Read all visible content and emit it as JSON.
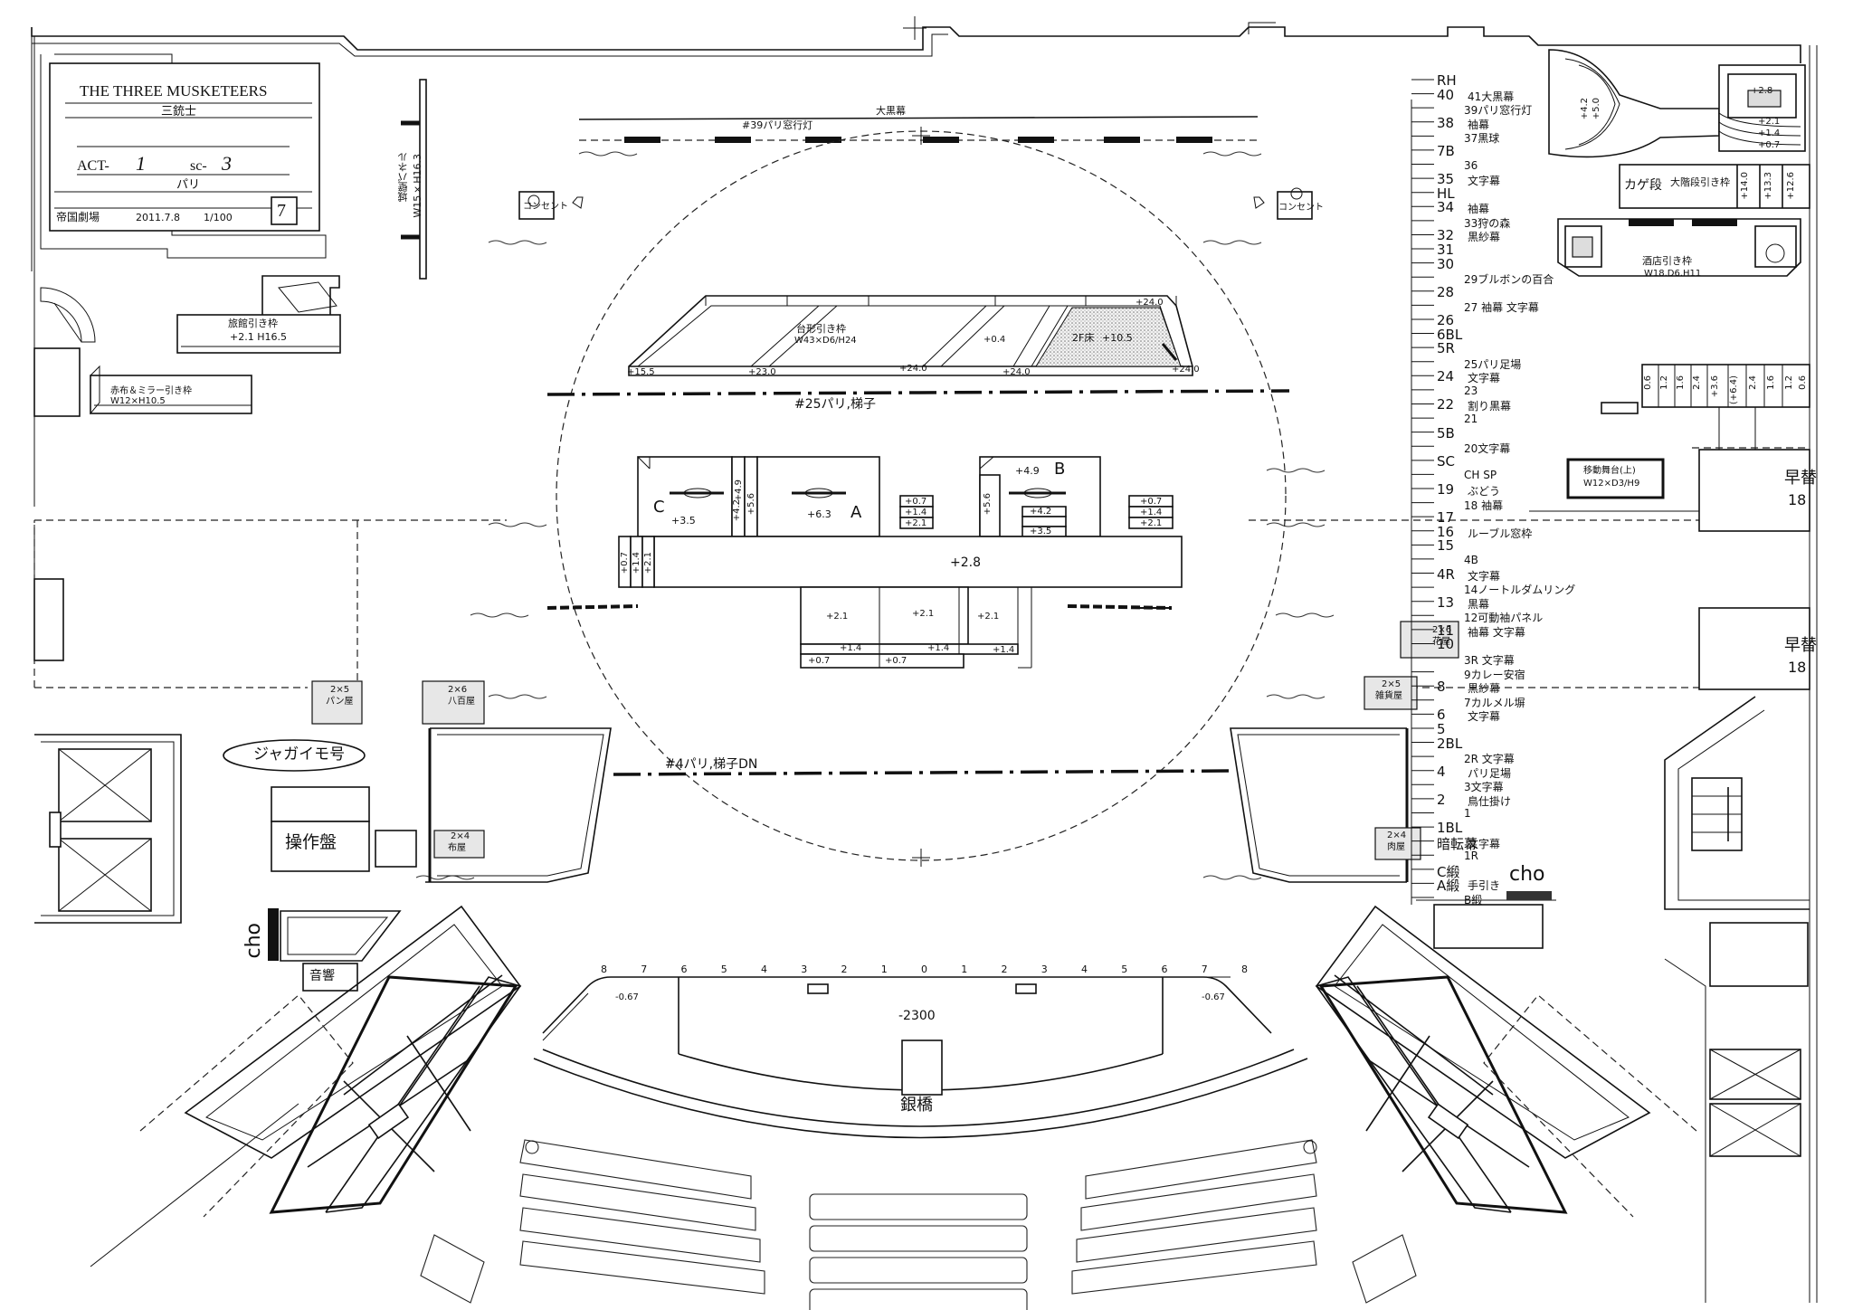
{
  "title_block": {
    "title_en": "THE THREE MUSKETEERS",
    "title_jp": "三銃士",
    "act_label": "ACT-",
    "act_value": "1",
    "scene_label": "sc-",
    "scene_value": "3",
    "location": "パリ",
    "venue": "帝国劇場",
    "date": "2011.7.8",
    "scale": "1/100",
    "page_number": "7"
  },
  "labels": {
    "blackout_curtain": "大黒幕",
    "paris_window_lights": "#39パリ窓行灯",
    "castle_wall_panel": "城壁パネル",
    "castle_wall_dims": "W15×H16.3",
    "trapezoid_frame": "台形引き枠",
    "trapezoid_dims": "W43×D6/H24",
    "floor_2f": "2F床",
    "floor_2f_height": "+10.5",
    "paris_ladder_25": "#25パリ,梯子",
    "paris_ladder_4": "#4パリ,梯子DN",
    "inn_frame": "旅館引き枠",
    "inn_frame_values": "+2.1    H16.5",
    "red_mirror_frame": "赤布＆ミラー引き枠",
    "red_mirror_dims": "W12×H10.5",
    "jagaimo": "ジャガイモ号",
    "control_panel": "操作盤",
    "sound": "音響",
    "cho_left": "cho",
    "cho_right": "cho",
    "silver_bridge": "銀橋",
    "orchestra_depth": "-2300",
    "concent_left": "コンセント",
    "concent_right": "コンセント",
    "grand_stair_frame": "大階段引き枠",
    "kage_step": "カゲ段",
    "tavern_frame": "酒店引き枠",
    "tavern_dims": "W18.D6.H11",
    "moving_stage": "移動舞台(上)",
    "moving_stage_dims": "W12×D3/H9",
    "quick_change_1": "早替",
    "quick_change_1_num": "18",
    "quick_change_2": "早替",
    "quick_change_2_num": "18"
  },
  "platforms": {
    "center_main": "+2.8",
    "a_value": "+6.3",
    "a_letter": "A",
    "b_value": "+4.9",
    "b_letter": "B",
    "c_value": "+3.5",
    "c_letter": "C",
    "v_4_2": "+4.2",
    "v_4_9": "+4.9",
    "v_5_6_left": "+5.6",
    "v_5_6_right": "+5.6",
    "b_step_1": "+4.2",
    "b_step_2": "+3.5",
    "front_1": "+2.1",
    "front_2": "+2.1",
    "front_3": "+2.1",
    "front_s1": "+1.4",
    "front_s2": "+1.4",
    "front_s3": "+1.4",
    "front_t1": "+0.7",
    "front_t2": "+0.7",
    "mid_steps": [
      "+0.7",
      "+1.4",
      "+2.1"
    ],
    "right_steps": [
      "+0.7",
      "+1.4",
      "+2.1"
    ],
    "left_steps": [
      "+0.7",
      "+1.4",
      "+2.1"
    ],
    "trap_values": [
      "+15.5",
      "+23.0",
      "+24.0",
      "+24.0",
      "+24.0",
      "+24.0",
      "+0.4"
    ]
  },
  "booths": {
    "pan": {
      "size": "2×5",
      "name": "パン屋"
    },
    "yaoya": {
      "size": "2×6",
      "name": "八百屋"
    },
    "nunoya": {
      "size": "2×4",
      "name": "布屋"
    },
    "zakka": {
      "size": "2×5",
      "name": "雑貨屋"
    },
    "hanaya": {
      "size": "2×6",
      "name": "花屋"
    },
    "nikuya": {
      "size": "2×4",
      "name": "肉屋"
    }
  },
  "upper_right_values": {
    "stair_top": "+2.8",
    "stair_2_1": "+2.1",
    "stair_1_4": "+1.4",
    "stair_0_7": "+0.7",
    "stair_4_2": "+4.2",
    "stair_5_0": "+5.0",
    "kage_values": [
      "+14.0",
      "+13.3",
      "+12.6"
    ],
    "step_row": [
      "0.6",
      "1.2",
      "1.6",
      "2.4",
      "+3.6",
      "(+6.4)",
      "2.4",
      "1.6",
      "1.2",
      "0.6"
    ]
  },
  "line_set": [
    {
      "num": "RH",
      "desc": ""
    },
    {
      "num": "40",
      "desc": "41大黒幕"
    },
    {
      "num": "",
      "desc": "39パリ窓行灯"
    },
    {
      "num": "38",
      "desc": "袖幕"
    },
    {
      "num": "",
      "desc": "37黒球"
    },
    {
      "num": "7B",
      "desc": ""
    },
    {
      "num": "",
      "desc": "36"
    },
    {
      "num": "35",
      "desc": "文字幕"
    },
    {
      "num": "HL",
      "desc": ""
    },
    {
      "num": "34",
      "desc": "袖幕"
    },
    {
      "num": "",
      "desc": "33狩の森"
    },
    {
      "num": "32",
      "desc": "黒紗幕"
    },
    {
      "num": "31",
      "desc": ""
    },
    {
      "num": "30",
      "desc": ""
    },
    {
      "num": "",
      "desc": "29ブルボンの百合"
    },
    {
      "num": "28",
      "desc": ""
    },
    {
      "num": "",
      "desc": "27 袖幕  文字幕"
    },
    {
      "num": "26",
      "desc": ""
    },
    {
      "num": "6BL",
      "desc": ""
    },
    {
      "num": "5R",
      "desc": ""
    },
    {
      "num": "",
      "desc": "25パリ足場"
    },
    {
      "num": "24",
      "desc": "文字幕"
    },
    {
      "num": "",
      "desc": "23"
    },
    {
      "num": "22",
      "desc": "割り黒幕"
    },
    {
      "num": "",
      "desc": "21"
    },
    {
      "num": "5B",
      "desc": ""
    },
    {
      "num": "",
      "desc": "20文字幕"
    },
    {
      "num": "SC",
      "desc": ""
    },
    {
      "num": "",
      "desc": "CH SP"
    },
    {
      "num": "19",
      "desc": "ぶどう"
    },
    {
      "num": "",
      "desc": "18 袖幕"
    },
    {
      "num": "17",
      "desc": ""
    },
    {
      "num": "16",
      "desc": "ルーブル窓枠"
    },
    {
      "num": "15",
      "desc": ""
    },
    {
      "num": "",
      "desc": "4B"
    },
    {
      "num": "4R",
      "desc": "文字幕"
    },
    {
      "num": "",
      "desc": "14ノートルダムリング"
    },
    {
      "num": "13",
      "desc": "黒幕"
    },
    {
      "num": "",
      "desc": "12可動袖パネル"
    },
    {
      "num": "11",
      "desc": "袖幕 文字幕"
    },
    {
      "num": "10",
      "desc": ""
    },
    {
      "num": "",
      "desc": "3R 文字幕"
    },
    {
      "num": "",
      "desc": "9カレー安宿"
    },
    {
      "num": "8",
      "desc": "黒紗幕"
    },
    {
      "num": "",
      "desc": "7カルメル塀"
    },
    {
      "num": "6",
      "desc": "文字幕"
    },
    {
      "num": "5",
      "desc": ""
    },
    {
      "num": "2BL",
      "desc": ""
    },
    {
      "num": "",
      "desc": "2R 文字幕"
    },
    {
      "num": "4",
      "desc": "パリ足場"
    },
    {
      "num": "",
      "desc": "3文字幕"
    },
    {
      "num": "2",
      "desc": "鳥仕掛け"
    },
    {
      "num": "",
      "desc": "1"
    },
    {
      "num": "1BL",
      "desc": ""
    },
    {
      "num": "暗転幕",
      "desc": "文字幕"
    },
    {
      "num": "",
      "desc": "1R"
    },
    {
      "num": "C緞",
      "desc": ""
    },
    {
      "num": "A緞",
      "desc": "手引き"
    },
    {
      "num": "",
      "desc": "B緞"
    }
  ],
  "center_scale": [
    "8",
    "7",
    "6",
    "5",
    "4",
    "3",
    "2",
    "1",
    "0",
    "1",
    "2",
    "3",
    "4",
    "5",
    "6",
    "7",
    "8"
  ],
  "pit_corner_left": "-0.67",
  "pit_corner_right": "-0.67"
}
